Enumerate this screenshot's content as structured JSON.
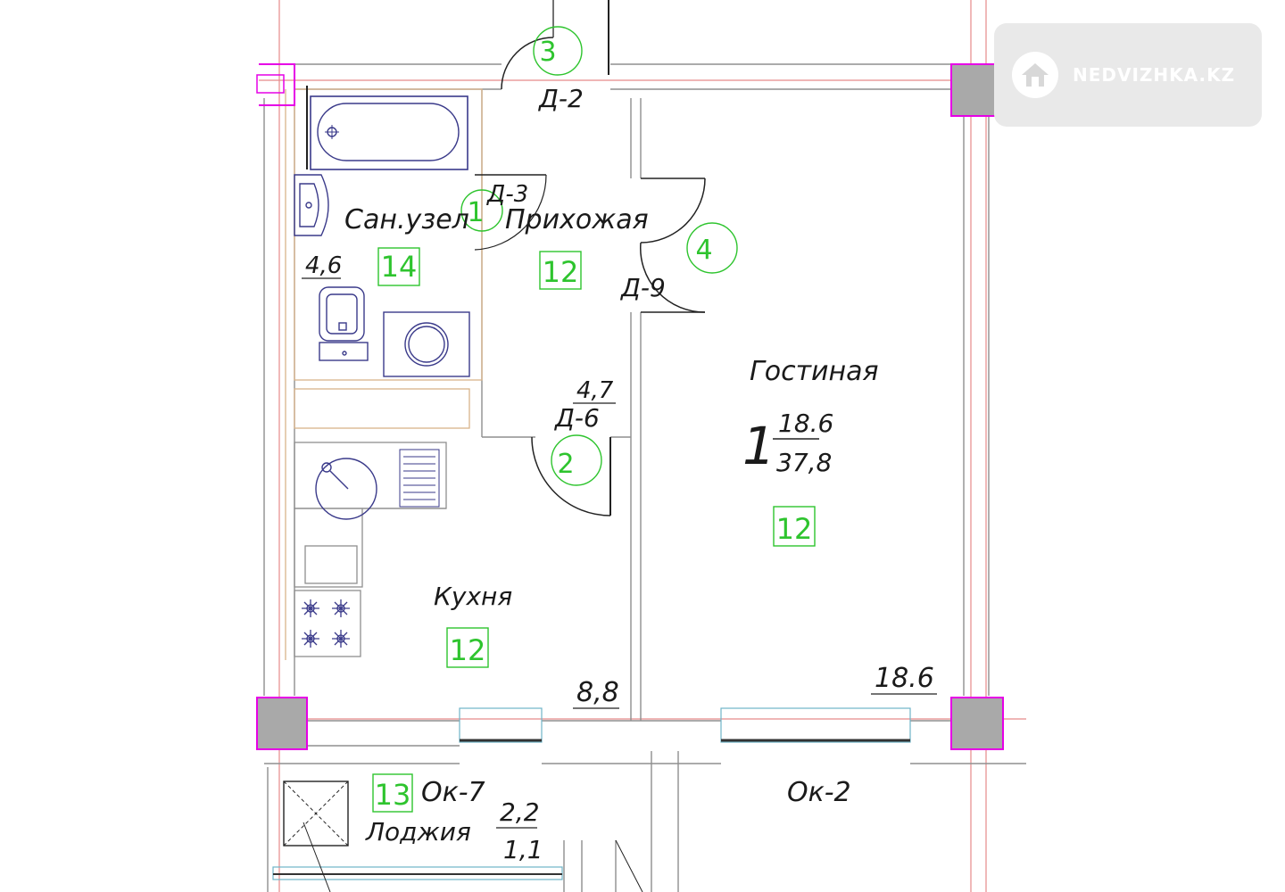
{
  "watermark": {
    "text": "NEDVIZHKA.KZ",
    "icon": "house-icon"
  },
  "rooms": {
    "bathroom": {
      "name": "Сан.узел",
      "area": "4,6",
      "code": "14"
    },
    "hallway": {
      "name": "Прихожая",
      "area": "4,7",
      "code": "12"
    },
    "living": {
      "name": "Гостиная",
      "count": "1",
      "area": "18.6",
      "total": "37,8",
      "code": "12"
    },
    "kitchen": {
      "name": "Кухня",
      "area": "8,8",
      "code": "12"
    },
    "loggia": {
      "name": "Лоджия",
      "area": "2,2",
      "area2": "1,1",
      "code": "13"
    }
  },
  "doors": {
    "d2": {
      "label": "Д-2",
      "num": "3"
    },
    "d3": {
      "label": "Д-3",
      "num": "1"
    },
    "d9": {
      "label": "Д-9",
      "num": "4"
    },
    "d6": {
      "label": "Д-6",
      "num": "2"
    }
  },
  "windows": {
    "ok2": "Ок-2",
    "ok7": "Ок-7"
  },
  "dimension_right": "18.6",
  "colors": {
    "wall": "#9a9a9a",
    "column": "#a9a9a9",
    "magenta": "#e600e6",
    "green": "#2ec42e",
    "axis": "#e36b6b"
  }
}
